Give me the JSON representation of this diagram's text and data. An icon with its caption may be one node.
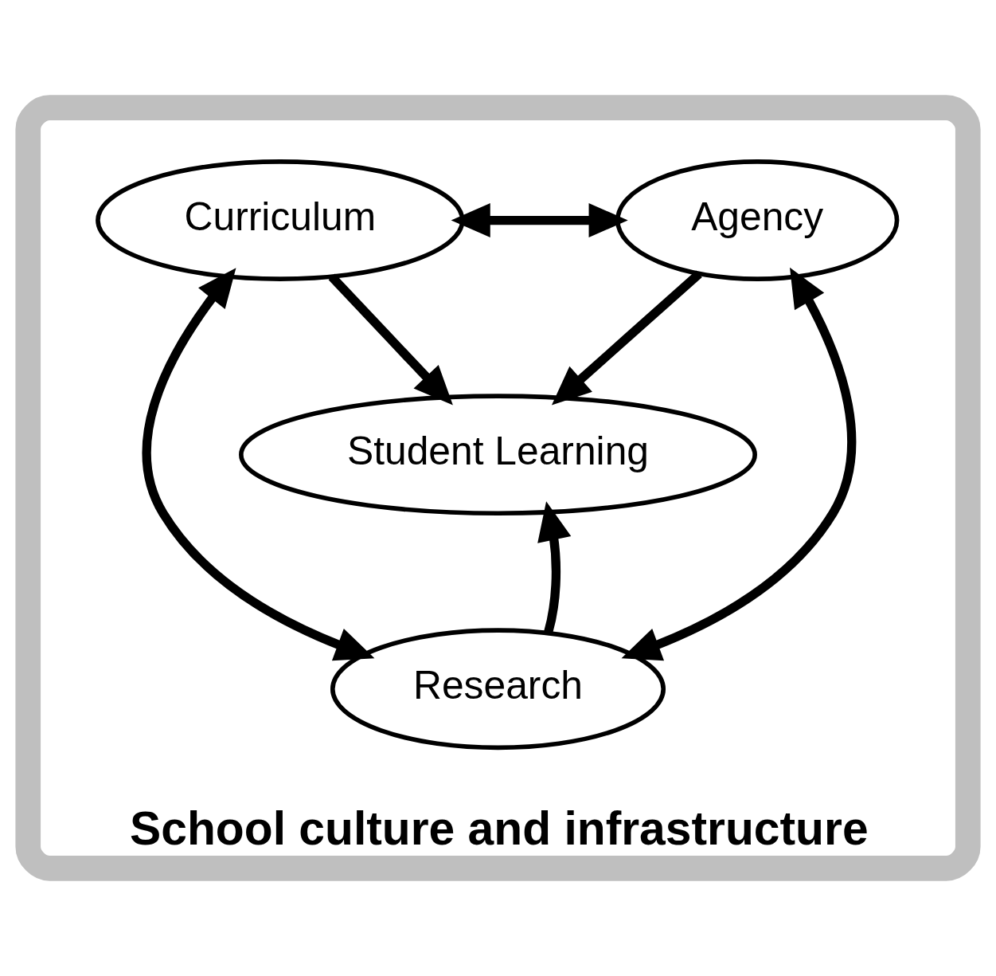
{
  "diagram": {
    "nodes": [
      {
        "text": [
          "School culture and infrastructure"
        ]
      },
      {
        "text": [
          "Curriculum"
        ],
        "in": 0
      },
      {
        "text": [
          "Agency"
        ],
        "in": 0
      },
      {
        "text": [
          "Student Learning"
        ],
        "in": 0
      },
      {
        "text": [
          "Research"
        ],
        "in": 0
      }
    ],
    "edges": [
      {
        "from": 1,
        "to": 2,
        "arrow": "both"
      },
      {
        "from": 1,
        "to": 3,
        "arrow": "to"
      },
      {
        "from": 2,
        "to": 3,
        "arrow": "to"
      },
      {
        "from": 4,
        "to": 3,
        "arrow": "to"
      },
      {
        "from": 1,
        "to": 4,
        "arrow": "both"
      },
      {
        "from": 2,
        "to": 4,
        "arrow": "both"
      }
    ]
  }
}
